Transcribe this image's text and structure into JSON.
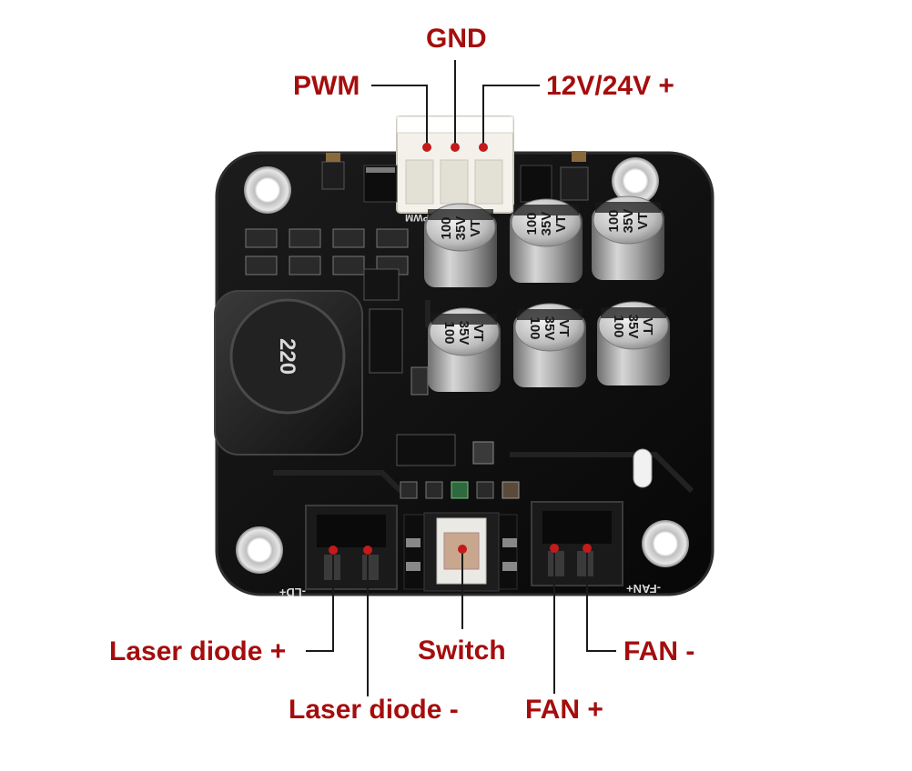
{
  "labels": {
    "gnd": "GND",
    "pwm": "PWM",
    "vin": "12V/24V +",
    "laser_plus": "Laser diode +",
    "laser_minus": "Laser diode -",
    "switch": "Switch",
    "fan_plus": "FAN +",
    "fan_minus": "FAN -"
  },
  "board_markings": {
    "pwm_silk": "PWM",
    "inductor": "220",
    "cap_value": "100",
    "cap_voltage": "35V",
    "cap_series": "VT",
    "ld_silk": "-LD+",
    "fan_silk": "-FAN+"
  },
  "colors": {
    "label": "#a50d0d",
    "leader": "#1a1a1a",
    "pin_dot": "#c41a1a",
    "pcb": "#111111"
  }
}
